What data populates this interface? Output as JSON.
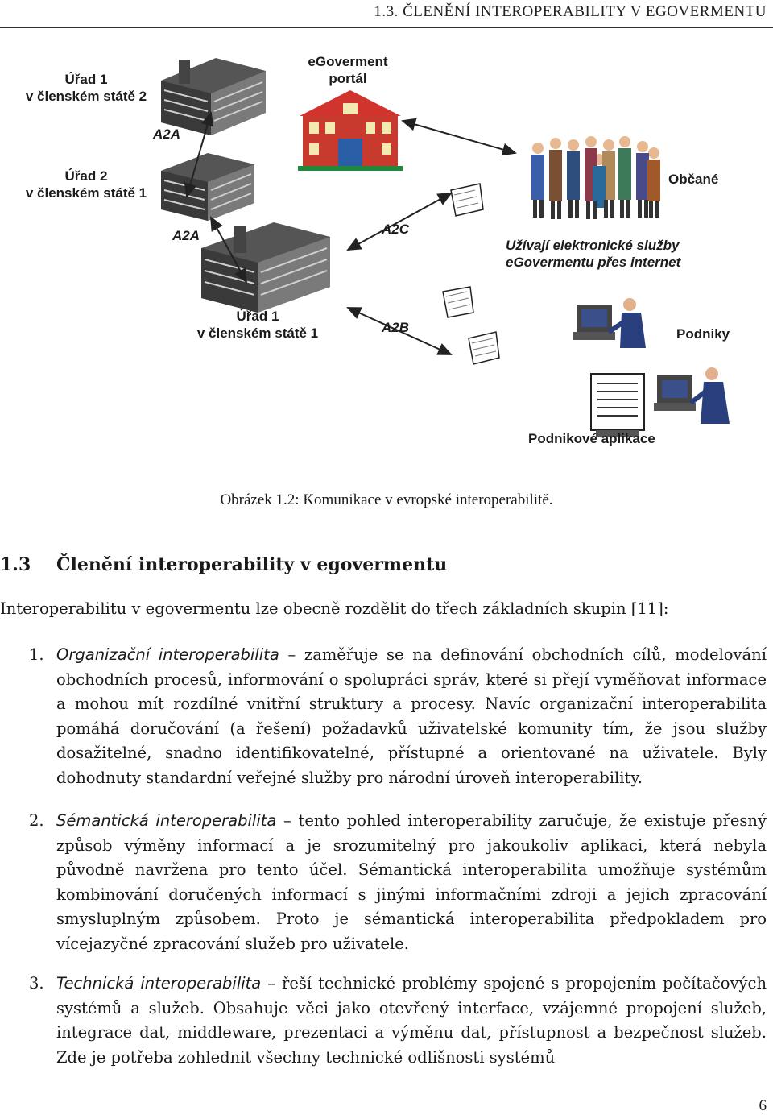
{
  "header": {
    "running_title": "1.3.  ČLENĚNÍ INTEROPERABILITY V EGOVERMENTU"
  },
  "figure": {
    "labels": {
      "office2": "Úřad 1\nv členském státě 2",
      "portal": "eGoverment\nportál",
      "a2a_top": "A2A",
      "office_mid": "Úřad 2\nv členském státě 1",
      "a2a_bottom": "A2A",
      "a2c": "A2C",
      "citizens": "Občané",
      "uses_services": "Užívají elektronické služby\neGovermentu přes internet",
      "office1": "Úřad 1\nv členském státě 1",
      "a2b": "A2B",
      "businesses": "Podniky",
      "business_apps": "Podnikové aplikace"
    },
    "icons": [
      "office-building-icon",
      "government-portal-building-icon",
      "document-scroll-icon",
      "citizens-crowd-icon",
      "computer-workstation-icon",
      "server-document-icon"
    ]
  },
  "caption": "Obrázek 1.2: Komunikace v evropské interoperabilitě.",
  "section": {
    "number": "1.3",
    "title": "Členění interoperability v egovermentu"
  },
  "intro": {
    "text": "Interoperabilitu v egovermentu lze obecně rozdělit do třech základních skupin [",
    "ref": "11",
    "after": "]:"
  },
  "items": [
    {
      "marker": "1.",
      "term": "Organizační interoperabilita",
      "text": " – zaměřuje se na definování obchodních cílů, modelování obchodních procesů, informování o spolupráci správ, které si přejí vyměňovat informace a mohou mít rozdílné vnitřní struktury a procesy. Navíc organizační interoperabilita pomáhá doručování (a řešení) požadavků uživatelské komunity tím, že jsou služby dosažitelné, snadno identifikovatelné, přístupné a orientované na uživatele. Byly dohodnuty standardní veřejné služby pro národní úroveň interoperability."
    },
    {
      "marker": "2.",
      "term": "Sémantická interoperabilita",
      "text": " – tento pohled interoperability zaručuje, že existuje přesný způsob výměny informací a je srozumitelný pro jakoukoliv aplikaci, která nebyla původně navržena pro tento účel. Sémantická interoperabilita umožňuje systémům kombinování doručených informací s jinými informačními zdroji a jejich zpracování smysluplným způsobem. Proto je sémantická interoperabilita předpokladem pro vícejazyčné zpracování služeb pro uživatele."
    },
    {
      "marker": "3.",
      "term": "Technická interoperabilita",
      "text": " – řeší technické problémy spojené s propojením počítačových systémů a služeb. Obsahuje věci jako otevřený interface, vzájemné propojení služeb, integrace dat, middleware, prezentaci a výměnu dat, přístupnost a bezpečnost služeb. Zde je potřeba zohlednit všechny technické odlišnosti systémů"
    }
  ],
  "page_number": "6"
}
